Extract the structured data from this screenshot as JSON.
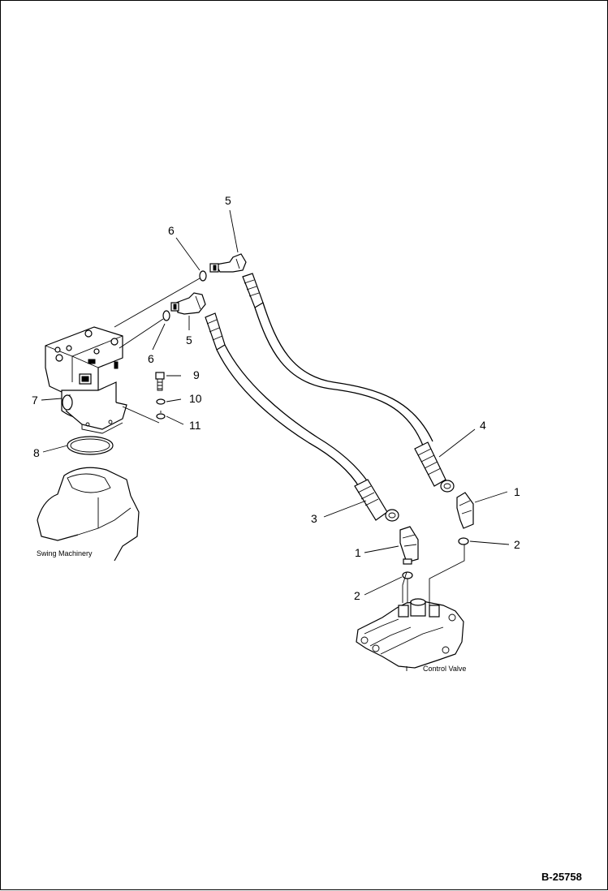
{
  "callouts": {
    "c1_right": "1",
    "c1_left": "1",
    "c2_right": "2",
    "c2_left": "2",
    "c3": "3",
    "c4": "4",
    "c5_top": "5",
    "c5_lower": "5",
    "c6_top": "6",
    "c6_lower": "6",
    "c7": "7",
    "c8": "8",
    "c9": "9",
    "c10": "10",
    "c11": "11"
  },
  "captions": {
    "swing_machinery": "Swing Machinery",
    "control_valve": "Control Valve"
  },
  "figure_number": "B-25758"
}
